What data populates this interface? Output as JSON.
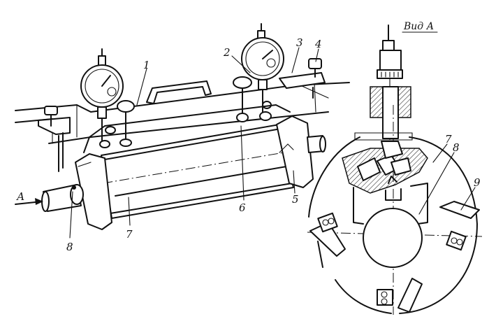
{
  "figure": {
    "view_title": "Вид А",
    "direction_label": "А",
    "left_labels": [
      "1",
      "2",
      "3",
      "4",
      "5",
      "6",
      "7",
      "8"
    ],
    "right_labels": [
      "7",
      "8",
      "9"
    ]
  }
}
